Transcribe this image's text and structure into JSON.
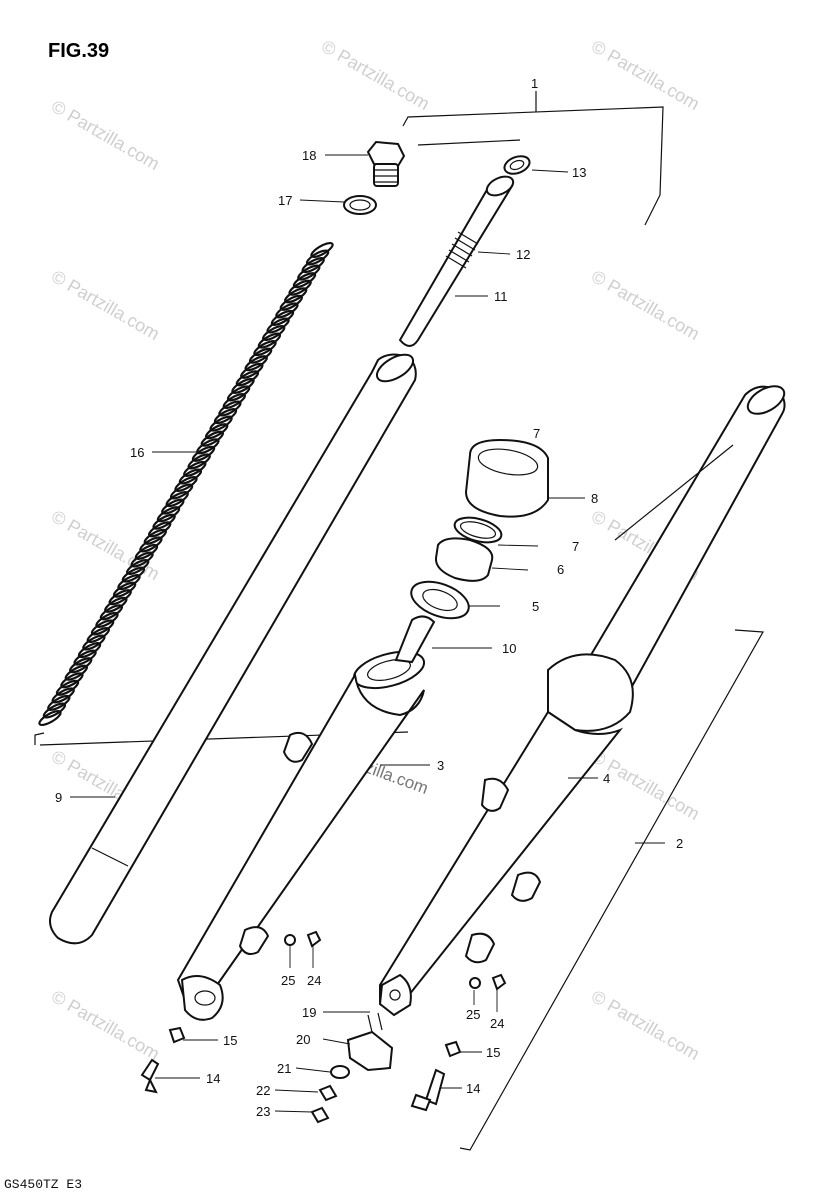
{
  "figure": {
    "title": "FIG.39",
    "model_code": "GS450TZ E3"
  },
  "watermark": {
    "text": "© Partzilla.com"
  },
  "callouts": {
    "c1": "1",
    "c2": "2",
    "c3": "3",
    "c4": "4",
    "c5": "5",
    "c6": "6",
    "c7a": "7",
    "c7b": "7",
    "c8": "8",
    "c9": "9",
    "c10": "10",
    "c11": "11",
    "c12": "12",
    "c13": "13",
    "c14a": "14",
    "c14b": "14",
    "c15a": "15",
    "c15b": "15",
    "c16": "16",
    "c17": "17",
    "c18": "18",
    "c19": "19",
    "c20": "20",
    "c21": "21",
    "c22": "22",
    "c23": "23",
    "c24a": "24",
    "c24b": "24",
    "c25a": "25",
    "c25b": "25"
  }
}
